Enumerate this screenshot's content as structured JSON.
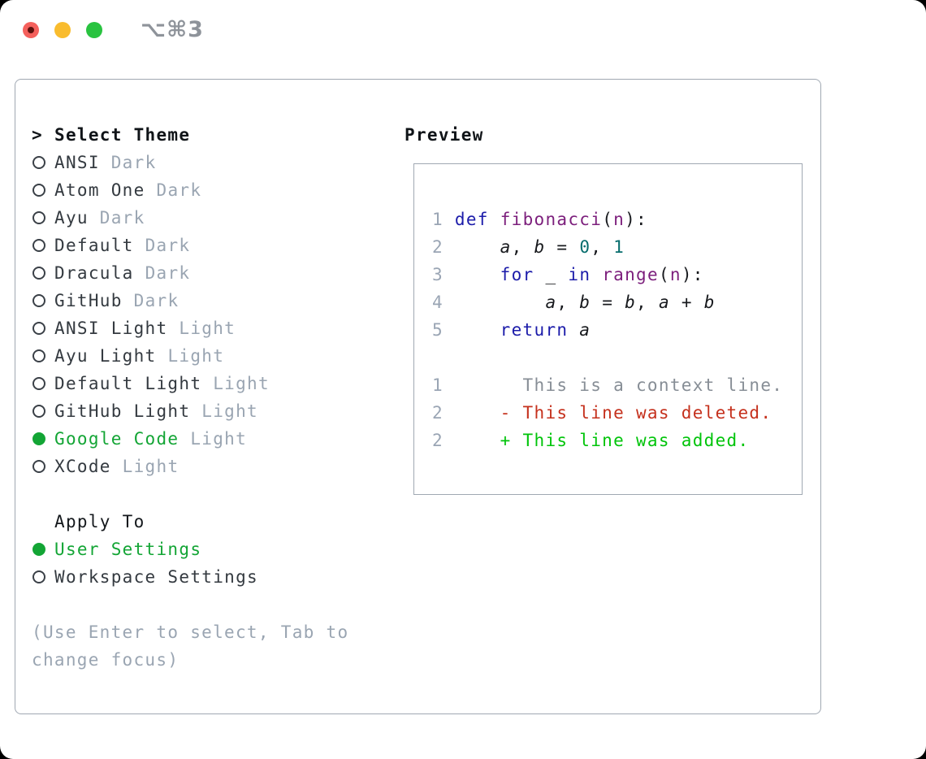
{
  "titlebar": {
    "title": "⌥⌘3"
  },
  "theme_panel": {
    "prompt": ">",
    "title": "Select Theme",
    "themes": [
      {
        "name": "ANSI",
        "variant": "Dark",
        "selected": false
      },
      {
        "name": "Atom One",
        "variant": "Dark",
        "selected": false
      },
      {
        "name": "Ayu",
        "variant": "Dark",
        "selected": false
      },
      {
        "name": "Default",
        "variant": "Dark",
        "selected": false
      },
      {
        "name": "Dracula",
        "variant": "Dark",
        "selected": false
      },
      {
        "name": "GitHub",
        "variant": "Dark",
        "selected": false
      },
      {
        "name": "ANSI Light",
        "variant": "Light",
        "selected": false
      },
      {
        "name": "Ayu Light",
        "variant": "Light",
        "selected": false
      },
      {
        "name": "Default Light",
        "variant": "Light",
        "selected": false
      },
      {
        "name": "GitHub Light",
        "variant": "Light",
        "selected": false
      },
      {
        "name": "Google Code",
        "variant": "Light",
        "selected": true
      },
      {
        "name": "XCode",
        "variant": "Light",
        "selected": false
      }
    ],
    "apply_to": {
      "title": "Apply To",
      "options": [
        {
          "name": "User Settings",
          "selected": true
        },
        {
          "name": "Workspace Settings",
          "selected": false
        }
      ]
    },
    "hint_lines": [
      "(Use Enter to select, Tab to",
      "change focus)"
    ]
  },
  "preview": {
    "title": "Preview",
    "code_lines": [
      {
        "num": "1",
        "tokens": [
          {
            "t": " ",
            "c": "pl"
          },
          {
            "t": "def",
            "c": "kw"
          },
          {
            "t": " ",
            "c": "pl"
          },
          {
            "t": "fibonacci",
            "c": "fn"
          },
          {
            "t": "(",
            "c": "pl"
          },
          {
            "t": "n",
            "c": "fn"
          },
          {
            "t": "):",
            "c": "pl"
          }
        ]
      },
      {
        "num": "2",
        "tokens": [
          {
            "t": "     ",
            "c": "pl"
          },
          {
            "t": "a",
            "c": "id"
          },
          {
            "t": ", ",
            "c": "pl"
          },
          {
            "t": "b",
            "c": "id"
          },
          {
            "t": " = ",
            "c": "pl"
          },
          {
            "t": "0",
            "c": "nm"
          },
          {
            "t": ", ",
            "c": "pl"
          },
          {
            "t": "1",
            "c": "nm"
          }
        ]
      },
      {
        "num": "3",
        "tokens": [
          {
            "t": "     ",
            "c": "pl"
          },
          {
            "t": "for",
            "c": "kw"
          },
          {
            "t": " ",
            "c": "pl"
          },
          {
            "t": "_",
            "c": "id"
          },
          {
            "t": " ",
            "c": "pl"
          },
          {
            "t": "in",
            "c": "kw"
          },
          {
            "t": " ",
            "c": "pl"
          },
          {
            "t": "range",
            "c": "fn"
          },
          {
            "t": "(",
            "c": "pl"
          },
          {
            "t": "n",
            "c": "fn"
          },
          {
            "t": "):",
            "c": "pl"
          }
        ]
      },
      {
        "num": "4",
        "tokens": [
          {
            "t": "         ",
            "c": "pl"
          },
          {
            "t": "a",
            "c": "id"
          },
          {
            "t": ", ",
            "c": "pl"
          },
          {
            "t": "b",
            "c": "id"
          },
          {
            "t": " = ",
            "c": "pl"
          },
          {
            "t": "b",
            "c": "id"
          },
          {
            "t": ", ",
            "c": "pl"
          },
          {
            "t": "a",
            "c": "id"
          },
          {
            "t": " + ",
            "c": "pl"
          },
          {
            "t": "b",
            "c": "id"
          }
        ]
      },
      {
        "num": "5",
        "tokens": [
          {
            "t": "     ",
            "c": "pl"
          },
          {
            "t": "return",
            "c": "kw"
          },
          {
            "t": " ",
            "c": "pl"
          },
          {
            "t": "a",
            "c": "id"
          }
        ]
      }
    ],
    "diff_lines": [
      {
        "num": "1",
        "tokens": [
          {
            "t": "       This is a context line.",
            "c": "ctx"
          }
        ]
      },
      {
        "num": "2",
        "tokens": [
          {
            "t": "     ",
            "c": "pl"
          },
          {
            "t": "- This line was deleted.",
            "c": "del"
          }
        ]
      },
      {
        "num": "2",
        "tokens": [
          {
            "t": "     ",
            "c": "pl"
          },
          {
            "t": "+ This line was added.",
            "c": "add"
          }
        ]
      }
    ]
  },
  "colors": {
    "selected_green": "#13a535",
    "added_green": "#00c40a",
    "deleted_red": "#c5311d",
    "context_gray": "#878e96",
    "keyword_blue": "#1c1caa",
    "function_purple": "#7c1f7c",
    "number_teal": "#076d6d",
    "muted_gray": "#9aa5b2",
    "panel_border": "#a0a8b2",
    "traffic_red": "#f4605c",
    "traffic_yellow": "#f9bc2e",
    "traffic_green": "#29c340"
  }
}
